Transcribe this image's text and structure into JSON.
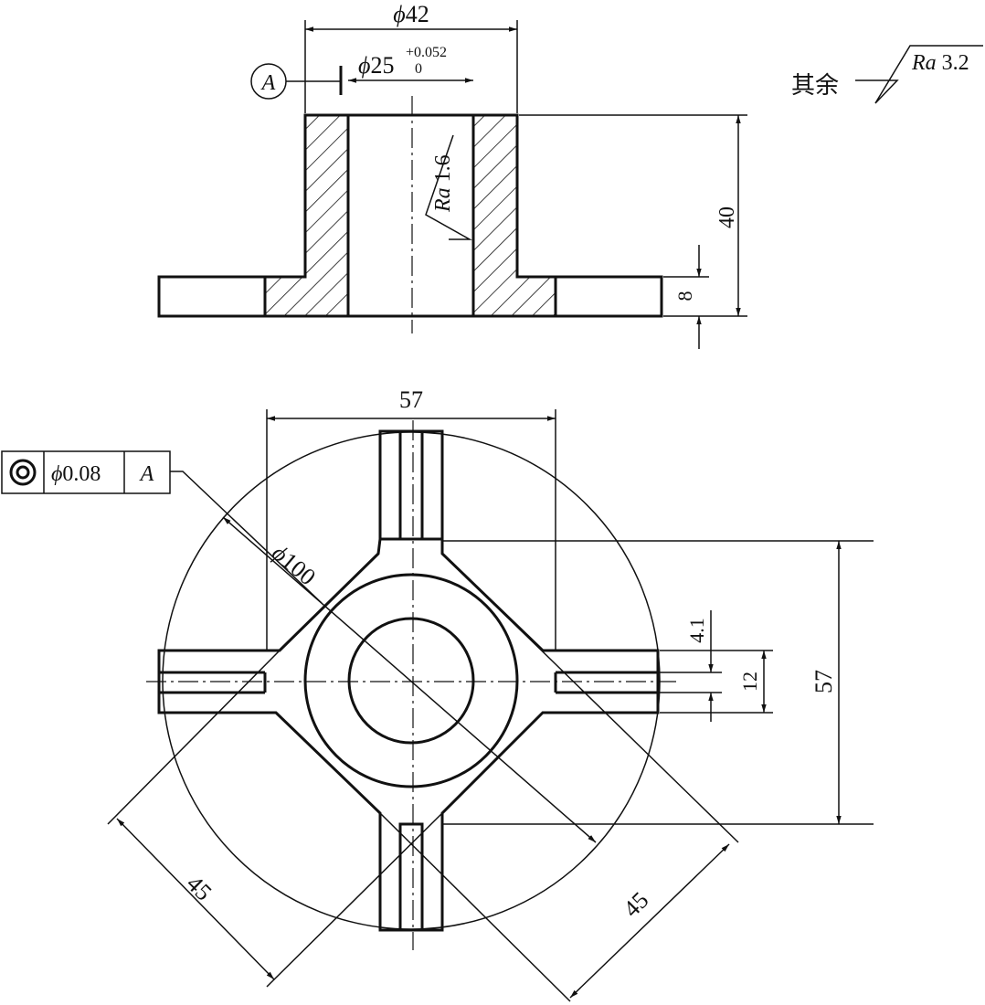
{
  "front_view": {
    "dim_outer_diameter": "42",
    "dim_bore_diameter": "25",
    "bore_tol_upper": "+0.052",
    "bore_tol_lower": "0",
    "datum_label": "A",
    "bore_roughness": "1.6",
    "dim_height": "40",
    "dim_flange_thickness": "8"
  },
  "general_roughness": {
    "prefix": "其余",
    "value": "3.2"
  },
  "roughness_symbol": "Ra",
  "diameter_symbol": "ϕ",
  "tolerance_frame": {
    "symbol": "concentricity-icon",
    "value": "0.08",
    "datum": "A"
  },
  "top_view": {
    "dim_diameter": "100",
    "dim_horizontal": "57",
    "dim_vertical": "57",
    "dim_slot_width": "4.1",
    "dim_arm_width": "12",
    "dim_diagonal_left": "45",
    "dim_diagonal_right": "45"
  }
}
